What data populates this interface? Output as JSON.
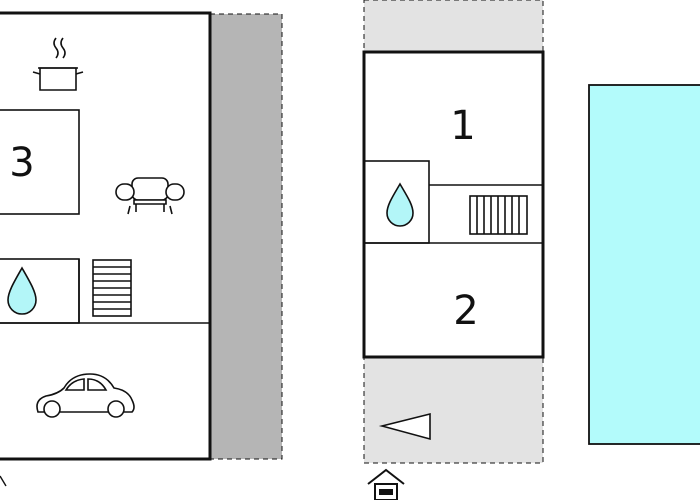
{
  "colors": {
    "wall": "#111111",
    "terrace_gray": "#b5b5b5",
    "terrace_light": "#e3e3e3",
    "pool": "#b3fbfb",
    "water_drop": "#b3f6f8",
    "background": "#ffffff"
  },
  "left_building": {
    "rooms": [
      {
        "number": "3",
        "type": "bedroom"
      },
      {
        "type": "bathroom",
        "icon": "water-drop-icon"
      },
      {
        "type": "living-room",
        "icon": "armchair-icon"
      },
      {
        "type": "kitchen",
        "icon": "cooking-pot-icon"
      },
      {
        "type": "garage",
        "icon": "car-icon"
      }
    ],
    "staircase": true,
    "side_terrace": "gray"
  },
  "right_building": {
    "rooms": [
      {
        "number": "1",
        "type": "bedroom"
      },
      {
        "number": "2",
        "type": "bedroom"
      },
      {
        "type": "bathroom",
        "icon": "water-drop-icon"
      }
    ],
    "staircase": true,
    "terraces": [
      "top",
      "bottom"
    ],
    "entrance_icon": "house-entrance-icon",
    "direction_icon": "arrow-left-icon"
  },
  "pool": {
    "present": true
  }
}
